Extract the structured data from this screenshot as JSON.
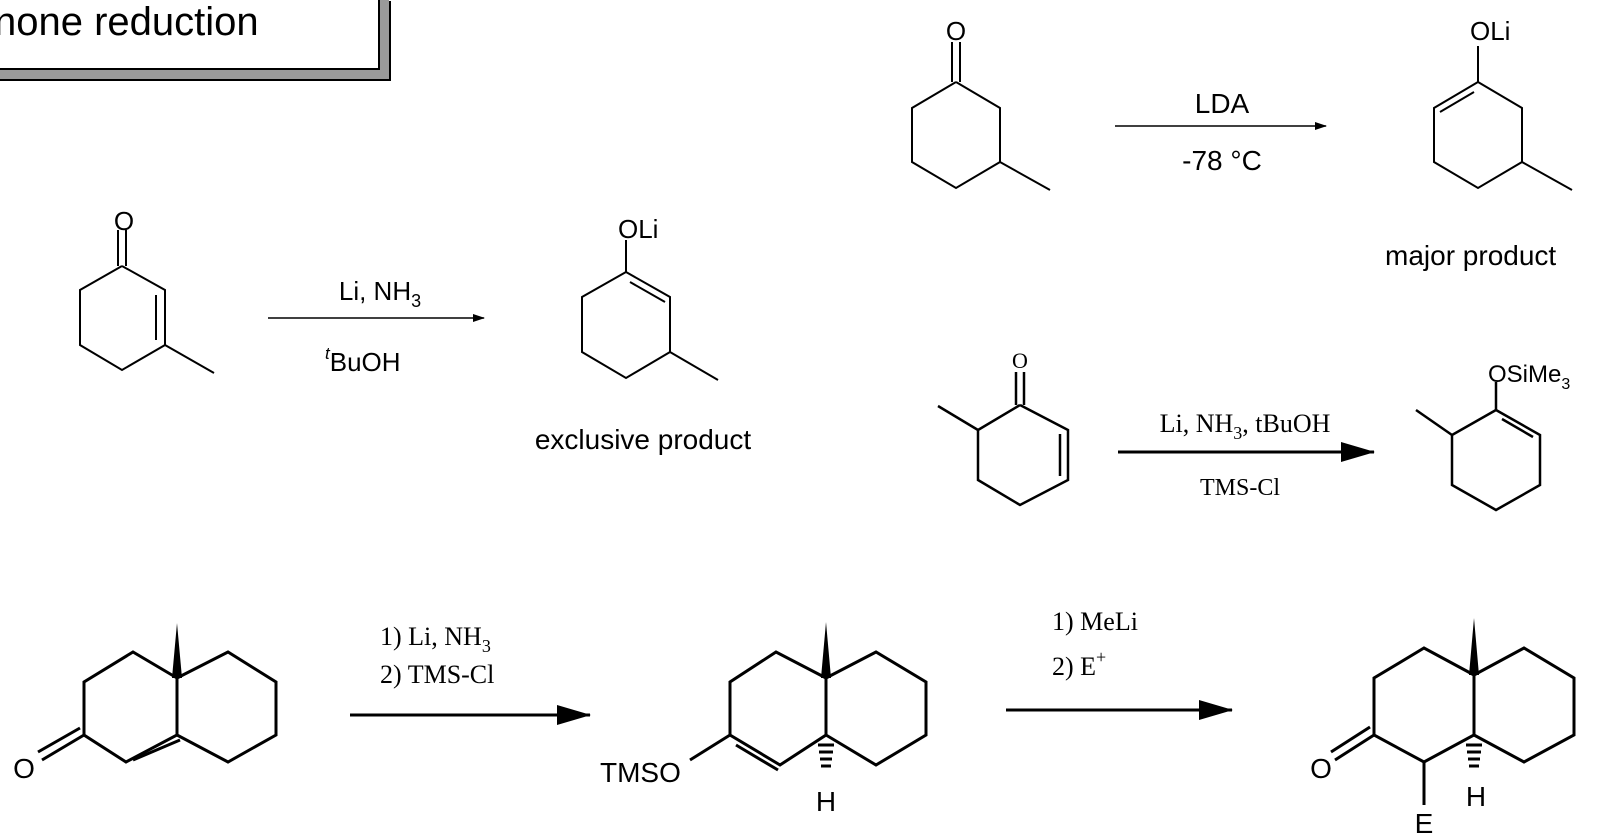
{
  "title": "none reduction",
  "reaction_enone_li_nh3": {
    "reagent_top_main": "Li, NH",
    "reagent_top_sub": "3",
    "reagent_bottom_sup": "t",
    "reagent_bottom_main": "BuOH",
    "start_label": "O",
    "product_label": "OLi",
    "product_caption": "exclusive product"
  },
  "reaction_lda": {
    "reagent_top": "LDA",
    "reagent_bottom": "-78 °C",
    "start_label": "O",
    "product_label": "OLi",
    "product_caption": "major product"
  },
  "reaction_silyl_enol": {
    "reagent_top_main": "Li, NH",
    "reagent_top_sub": "3",
    "reagent_top_rest": ", tBuOH",
    "reagent_bottom": "TMS-Cl",
    "start_label": "O",
    "product_label_main": "OSiMe",
    "product_label_sub": "3"
  },
  "reaction_decalin_step1": {
    "line1_main": "1)  Li, NH",
    "line1_sub": "3",
    "line2": "2)  TMS-Cl",
    "start_label": "O",
    "product_label": "TMSO",
    "product_h": "H"
  },
  "reaction_decalin_step2": {
    "line1": "1) MeLi",
    "line2_main": "2)  E",
    "line2_sup": "+",
    "product_o": "O",
    "product_h": "H",
    "product_e": "E"
  }
}
